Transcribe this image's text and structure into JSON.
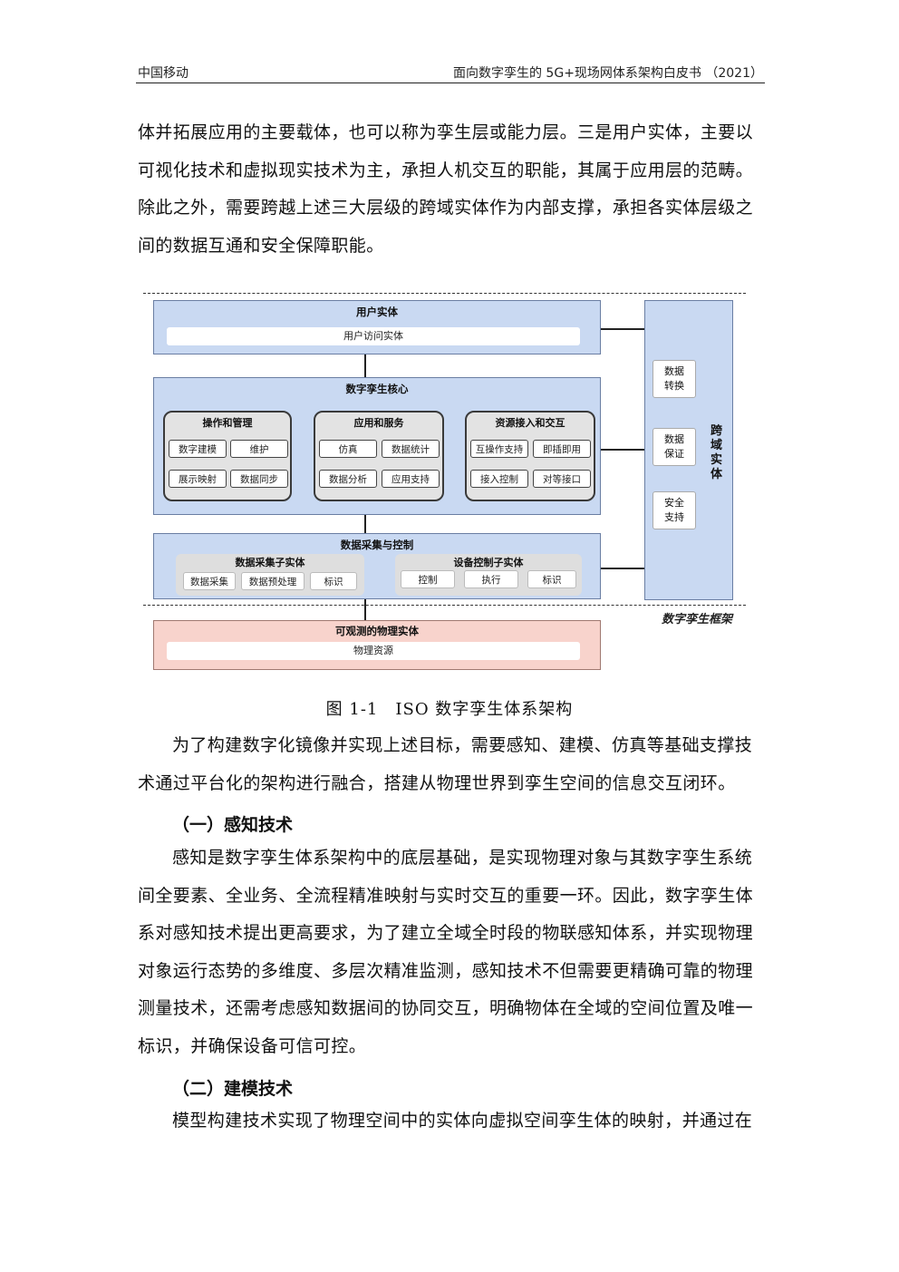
{
  "header": {
    "left": "中国移动",
    "right": "面向数字孪生的 5G+现场网体系架构白皮书 （2021）"
  },
  "paragraphs": {
    "p1": "体并拓展应用的主要载体，也可以称为孪生层或能力层。三是用户实体，主要以可视化技术和虚拟现实技术为主，承担人机交互的职能，其属于应用层的范畴。除此之外，需要跨越上述三大层级的跨域实体作为内部支撑，承担各实体层级之间的数据互通和安全保障职能。",
    "p2": "为了构建数字化镜像并实现上述目标，需要感知、建模、仿真等基础支撑技术通过平台化的架构进行融合，搭建从物理世界到孪生空间的信息交互闭环。",
    "h1": "（一）感知技术",
    "p3": "感知是数字孪生体系架构中的底层基础，是实现物理对象与其数字孪生系统间全要素、全业务、全流程精准映射与实时交互的重要一环。因此，数字孪生体系对感知技术提出更高要求，为了建立全域全时段的物联感知体系，并实现物理对象运行态势的多维度、多层次精准监测，感知技术不但需要更精确可靠的物理测量技术，还需考虑感知数据间的协同交互，明确物体在全域的空间位置及唯一标识，并确保设备可信可控。",
    "h2": "（二）建模技术",
    "p4": "模型构建技术实现了物理空间中的实体向虚拟空间孪生体的映射，并通过在"
  },
  "figure": {
    "caption": "图 1-1　ISO 数字孪生体系架构",
    "user_entity": {
      "title": "用户实体",
      "bar": "用户访问实体"
    },
    "core": {
      "title": "数字孪生核心",
      "groups": [
        {
          "title": "操作和管理",
          "items": [
            "数字建模",
            "维护",
            "展示映射",
            "数据同步"
          ]
        },
        {
          "title": "应用和服务",
          "items": [
            "仿真",
            "数据统计",
            "数据分析",
            "应用支持"
          ]
        },
        {
          "title": "资源接入和交互",
          "items": [
            "互操作支持",
            "即插即用",
            "接入控制",
            "对等接口"
          ]
        }
      ]
    },
    "collect": {
      "title": "数据采集与控制",
      "sub1": {
        "title": "数据采集子实体",
        "items": [
          "数据采集",
          "数据预处理",
          "标识"
        ]
      },
      "sub2": {
        "title": "设备控制子实体",
        "items": [
          "控制",
          "执行",
          "标识"
        ]
      }
    },
    "cross": {
      "title": "跨域实体",
      "items": [
        "数据\n转换",
        "数据\n保证",
        "安全\n支持"
      ]
    },
    "framework_label": "数字孪生框架",
    "physical": {
      "title": "可观测的物理实体",
      "bar": "物理资源"
    }
  }
}
